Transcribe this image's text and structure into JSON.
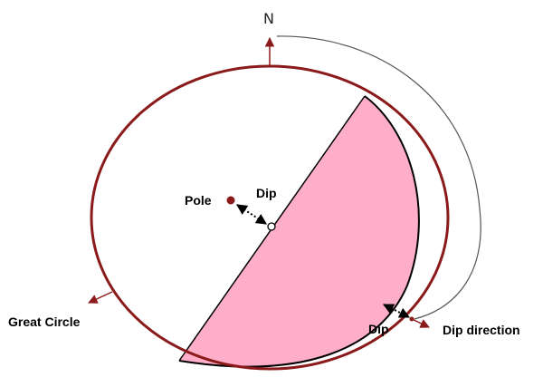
{
  "labels": {
    "north": "N",
    "pole": "Pole",
    "dip_center": "Dip",
    "great_circle": "Great Circle",
    "dip_edge": "Dip",
    "dip_direction": "Dip direction"
  },
  "colors": {
    "primitive_circle": "#8b1a1a",
    "great_circle_fill": "#ffaec9",
    "great_circle_stroke": "#000000",
    "arrow": "#8b1a1a",
    "pole_point": "#8b1a1a",
    "dotted_arrow": "#000000",
    "dip_direction_arc": "#555555"
  }
}
